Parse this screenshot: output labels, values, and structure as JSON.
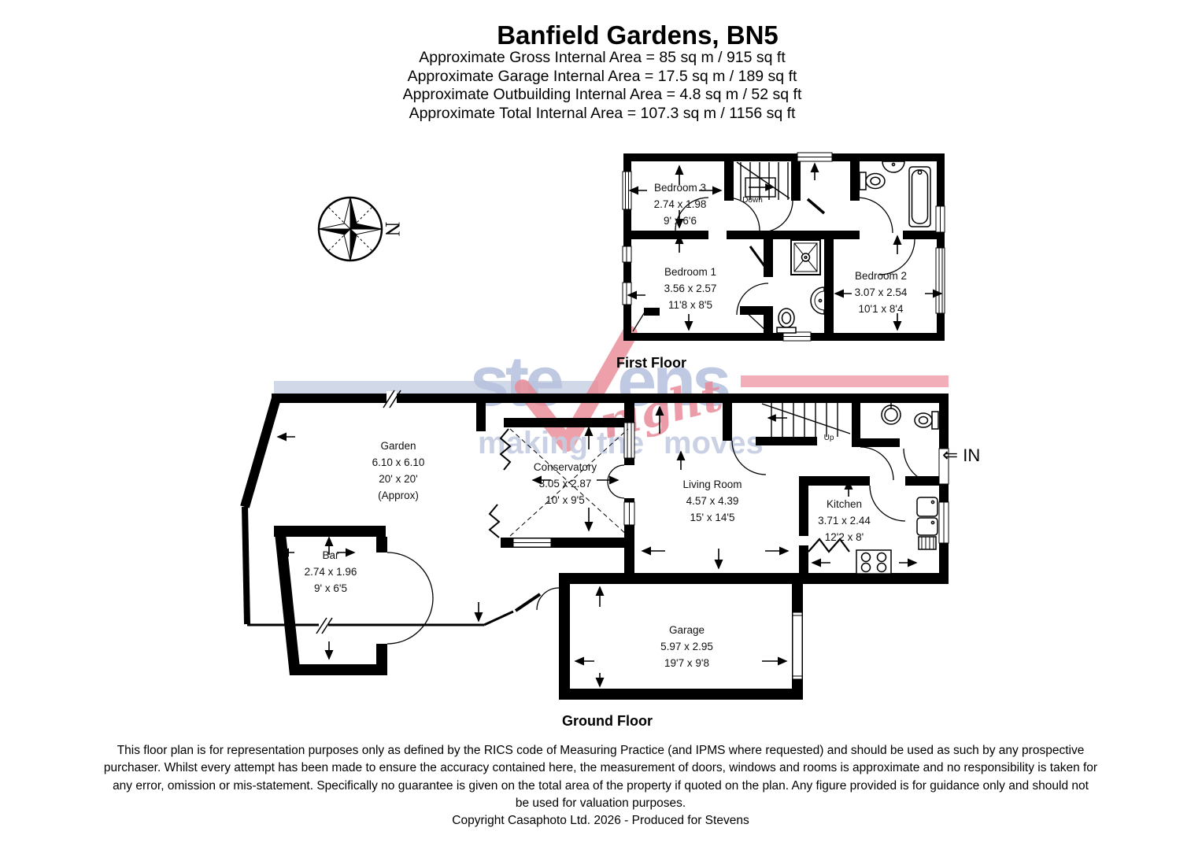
{
  "header": {
    "title": "Banfield Gardens, BN5",
    "area_lines": [
      "Approximate Gross Internal Area = 85 sq m / 915 sq ft",
      "Approximate Garage Internal Area = 17.5 sq m / 189 sq ft",
      "Approximate Outbuilding Internal Area = 4.8 sq m / 52 sq ft",
      "Approximate Total Internal Area = 107.3 sq m / 1156 sq ft"
    ]
  },
  "compass": {
    "north_label": "N"
  },
  "watermark": {
    "brand_prefix": "ste",
    "brand_suffix": "ens",
    "tagline_left": "making the",
    "tagline_script": "right",
    "tagline_right": "moves",
    "brand_color": "#b7c2dd",
    "accent_color": "#e98b96"
  },
  "first_floor": {
    "label": "First Floor",
    "stairs_label": "Down",
    "rooms": {
      "bedroom3": {
        "name": "Bedroom 3",
        "metric": "2.74 x 1.98",
        "imperial": "9' x 6'6"
      },
      "bedroom1": {
        "name": "Bedroom 1",
        "metric": "3.56 x 2.57",
        "imperial": "11'8 x 8'5"
      },
      "bedroom2": {
        "name": "Bedroom 2",
        "metric": "3.07 x 2.54",
        "imperial": "10'1 x 8'4"
      }
    }
  },
  "ground_floor": {
    "label": "Ground Floor",
    "stairs_label": "Up",
    "entrance_arrow": "⇐",
    "entrance_label": "IN",
    "rooms": {
      "garden": {
        "name": "Garden",
        "metric": "6.10 x 6.10",
        "imperial": "20' x 20'",
        "note": "(Approx)"
      },
      "bar": {
        "name": "Bar",
        "metric": "2.74 x 1.96",
        "imperial": "9' x 6'5"
      },
      "conservatory": {
        "name": "Conservatory",
        "metric": "3.05 x 2.87",
        "imperial": "10' x 9'5"
      },
      "living_room": {
        "name": "Living Room",
        "metric": "4.57 x 4.39",
        "imperial": "15' x 14'5"
      },
      "kitchen": {
        "name": "Kitchen",
        "metric": "3.71 x 2.44",
        "imperial": "12'2 x 8'"
      },
      "garage": {
        "name": "Garage",
        "metric": "5.97 x 2.95",
        "imperial": "19'7 x 9'8"
      }
    }
  },
  "footer": {
    "disclaimer_lines": [
      "This floor plan is for representation purposes only as defined by the RICS code of Measuring Practice (and IPMS where requested) and should be used as such by any prospective",
      "purchaser. Whilst every attempt has been made to ensure the accuracy contained here, the measurement of doors, windows and rooms is approximate and no responsibility is taken for",
      "any error, omission or mis-statement. Specifically no guarantee is given on the total area of the property if quoted on the plan. Any figure provided is for guidance only and should not",
      "be used for valuation purposes."
    ],
    "copyright": "Copyright Casaphoto Ltd. 2026 - Produced for Stevens"
  }
}
